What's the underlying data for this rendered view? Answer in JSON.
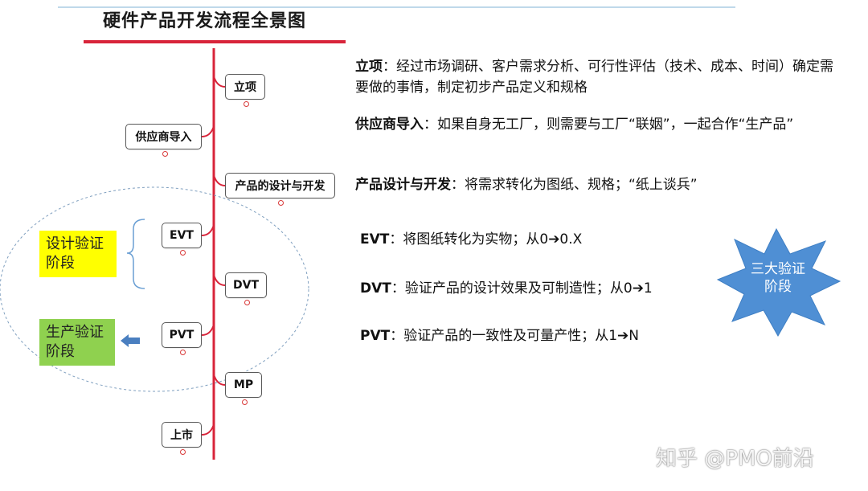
{
  "title": "硬件产品开发流程全景图",
  "nodes": {
    "lixiang": "立项",
    "supplier": "供应商导入",
    "design": "产品的设计与开发",
    "evt": "EVT",
    "dvt": "DVT",
    "pvt": "PVT",
    "mp": "MP",
    "launch": "上市"
  },
  "side_tags": {
    "design_verify": "设计验证阶段",
    "production_verify": "生产验证阶段"
  },
  "descriptions": [
    {
      "term": "立项",
      "text": "：经过市场调研、客户需求分析、可行性评估（技术、成本、时间）确定需要做的事情，制定初步产品定义和规格"
    },
    {
      "term": "供应商导入",
      "text": "：如果自身无工厂，则需要与工厂“联姻”，一起合作“生产品”"
    },
    {
      "term": "产品设计与开发",
      "text": "：将需求转化为图纸、规格；“纸上谈兵”"
    },
    {
      "term": "EVT",
      "text": "：将图纸转化为实物；从0➔0.X"
    },
    {
      "term": "DVT",
      "text": "：验证产品的设计效果及可制造性；从0➔1"
    },
    {
      "term": "PVT",
      "text": "：验证产品的一致性及可量产性；从1➔N"
    }
  ],
  "burst": {
    "label": "三大验证阶段",
    "color": "#4f8fd4"
  },
  "colors": {
    "timeline": "#d8243a",
    "yellow_tag": "#ffff00",
    "green_tag": "#8fd14f",
    "arrow": "#4a7fc0"
  },
  "watermark": "知乎 @PMO前沿"
}
